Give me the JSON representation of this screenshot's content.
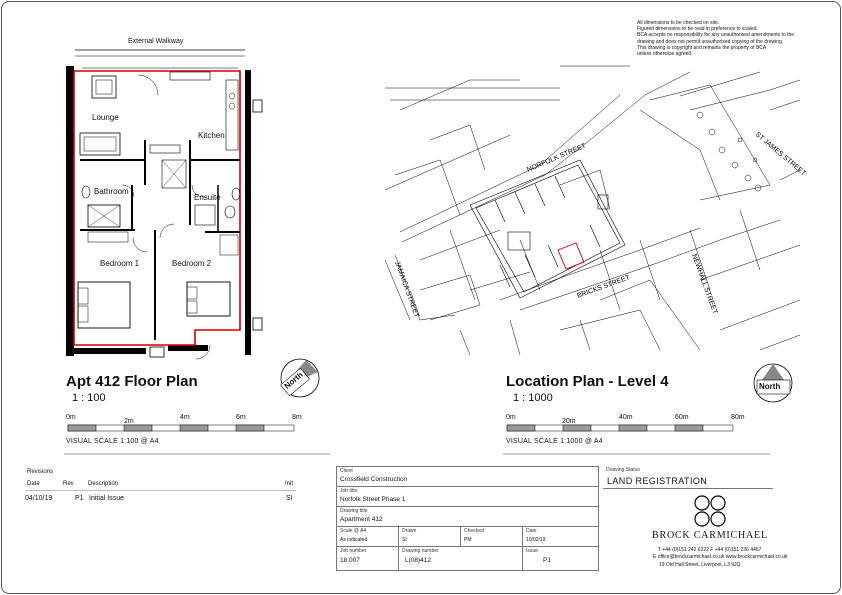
{
  "notes": [
    "All dimensions to be checked on site.",
    "Figured dimensions to be read in preference to scaled.",
    "BCA accepts no responsibility for any unauthorised amendments to the",
    "drawing and does not permit unauthorised copying of the drawing.",
    "This drawing is copyright and remains the property of BCA",
    "unless otherwise agreed."
  ],
  "floor_plan": {
    "title": "Apt 412 Floor Plan",
    "scale": "1 : 100",
    "rooms": {
      "walkway": "External Walkway",
      "lounge": "Lounge",
      "kitchen": "Kitchen",
      "bathroom": "Bathroom",
      "ensuite": "Ensuite",
      "bedroom1": "Bedroom 1",
      "bedroom2": "Bedroom 2"
    },
    "scale_bar": {
      "ticks": [
        "0m",
        "2m",
        "4m",
        "6m",
        "8m"
      ],
      "caption": "VISUAL SCALE 1:100 @ A4"
    }
  },
  "location_plan": {
    "title": "Location Plan - Level 4",
    "scale": "1 : 1000",
    "streets": {
      "norfolk": "NORFOLK STREET",
      "st_james": "ST JAMES STREET",
      "jamaica": "JAMAICA STREET",
      "bricks": "BRICKS STREET",
      "newhall": "NEWHALL STREET"
    },
    "scale_bar": {
      "ticks": [
        "0m",
        "20m",
        "40m",
        "60m",
        "80m"
      ],
      "caption": "VISUAL SCALE 1:1000 @ A4"
    }
  },
  "north_label": "North",
  "revisions": {
    "heading": "Revisions",
    "columns": {
      "date": "Date",
      "rev": "Rev",
      "description": "Description",
      "init": "Init"
    },
    "rows": [
      {
        "date": "04/10/19",
        "rev": "P1",
        "description": "Initial Issue",
        "init": "SI"
      }
    ]
  },
  "title_block": {
    "client_label": "Client",
    "client": "Crossfield Construction",
    "job_title_label": "Job title",
    "job_title": "Norfolk Street Phase 1",
    "drawing_title_label": "Drawing title",
    "drawing_title": "Apartment 412",
    "scale_label": "Scale @ A4",
    "scale": "As indicated",
    "drawn_label": "Drawn",
    "drawn": "SI",
    "checked_label": "Checked",
    "checked": "PM",
    "date_label": "Date",
    "date": "10/02/19",
    "job_number_label": "Job number",
    "job_number": "18.007",
    "drawing_number_label": "Drawing number",
    "drawing_number": "L(08)412",
    "issue_label": "Issue",
    "issue": "P1"
  },
  "status": {
    "label": "Drawing Status",
    "value": "LAND REGISTRATION"
  },
  "company": {
    "name": "BROCK CARMICHAEL",
    "phone": "T +44 (0)151 242 6222  F +44 (0)151 236 4467",
    "email": "E office@brockcarmichael.co.uk   www.brockcarmichael.co.uk",
    "address": "19 Old Hall Street, Liverpool, L3 9JQ"
  }
}
